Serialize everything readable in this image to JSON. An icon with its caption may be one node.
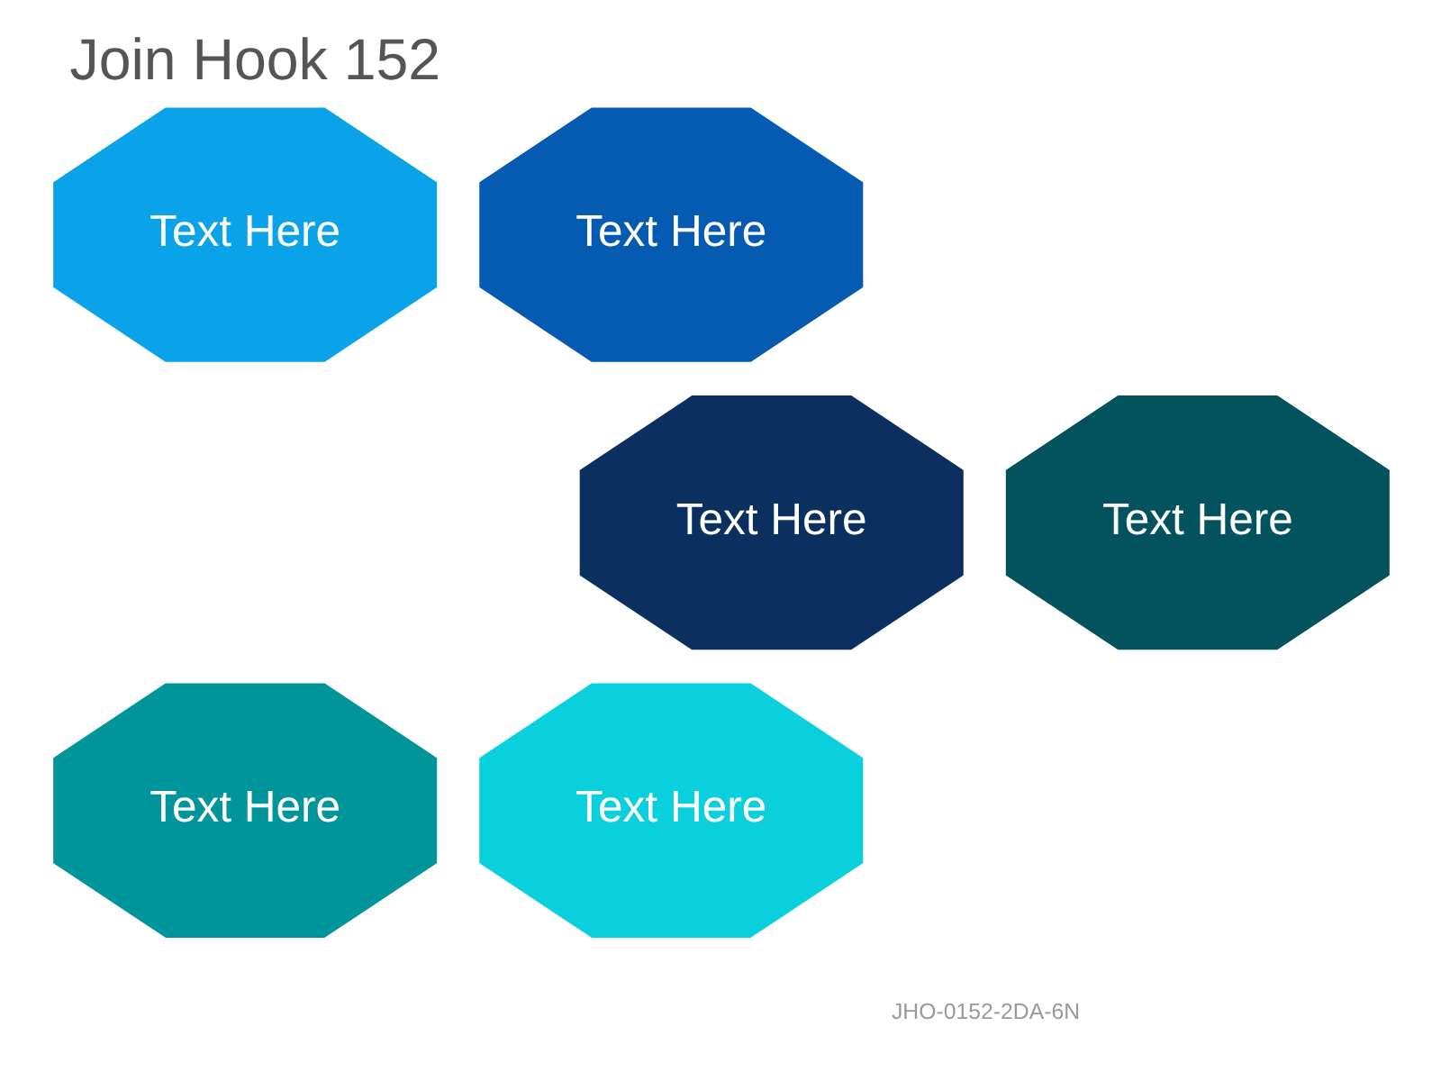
{
  "diagram": {
    "title": "Join Hook 152",
    "nodes": [
      {
        "text": [
          "Text Here"
        ]
      },
      {
        "text": [
          "Text Here"
        ]
      },
      {
        "text": [
          "Text Here"
        ]
      },
      {
        "text": [
          "Text Here"
        ]
      },
      {
        "text": [
          "Text Here"
        ]
      },
      {
        "text": [
          "Text Here"
        ]
      }
    ],
    "labels": [
      "JHO-0152-2DA-6N"
    ]
  }
}
